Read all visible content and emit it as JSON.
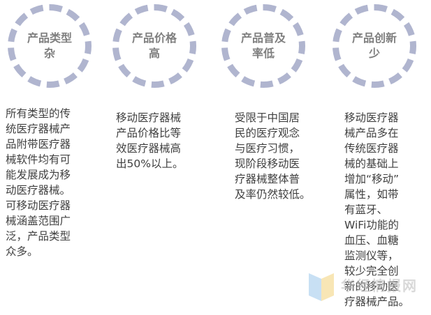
{
  "columns": [
    {
      "title": "产品类型杂",
      "lines": [
        "所有类型的传",
        "统医疗器械产",
        "品附带医疗器",
        "械软件均有可",
        "能发展成为移",
        "动医疗器械。",
        "可移动医疗器",
        "械涵盖范围广",
        "泛，产品类型",
        "众多。"
      ]
    },
    {
      "title": "产品价格高",
      "lines": [
        "移动医疗器械",
        "产品价格比等",
        "效医疗器械高",
        "出50%以上。"
      ]
    },
    {
      "title": "产品普及率低",
      "lines": [
        "受限于中国居",
        "民的医疗观念",
        "与医疗习惯，",
        "现阶段移动医",
        "疗器械整体普",
        "及率仍然较低。"
      ]
    },
    {
      "title": "产品创新少",
      "lines": [
        "移动医疗器",
        "械产品多在",
        "传统医疗器",
        "械的基础上",
        "增加“移动”",
        "属性，如带",
        "有蓝牙、",
        "WiFi功能的",
        "血压、血糖",
        "监测仪等，",
        "较少完全创",
        "新的移动医",
        "疗器械产品。"
      ]
    }
  ],
  "watermark": {
    "text": "华经情报网"
  }
}
